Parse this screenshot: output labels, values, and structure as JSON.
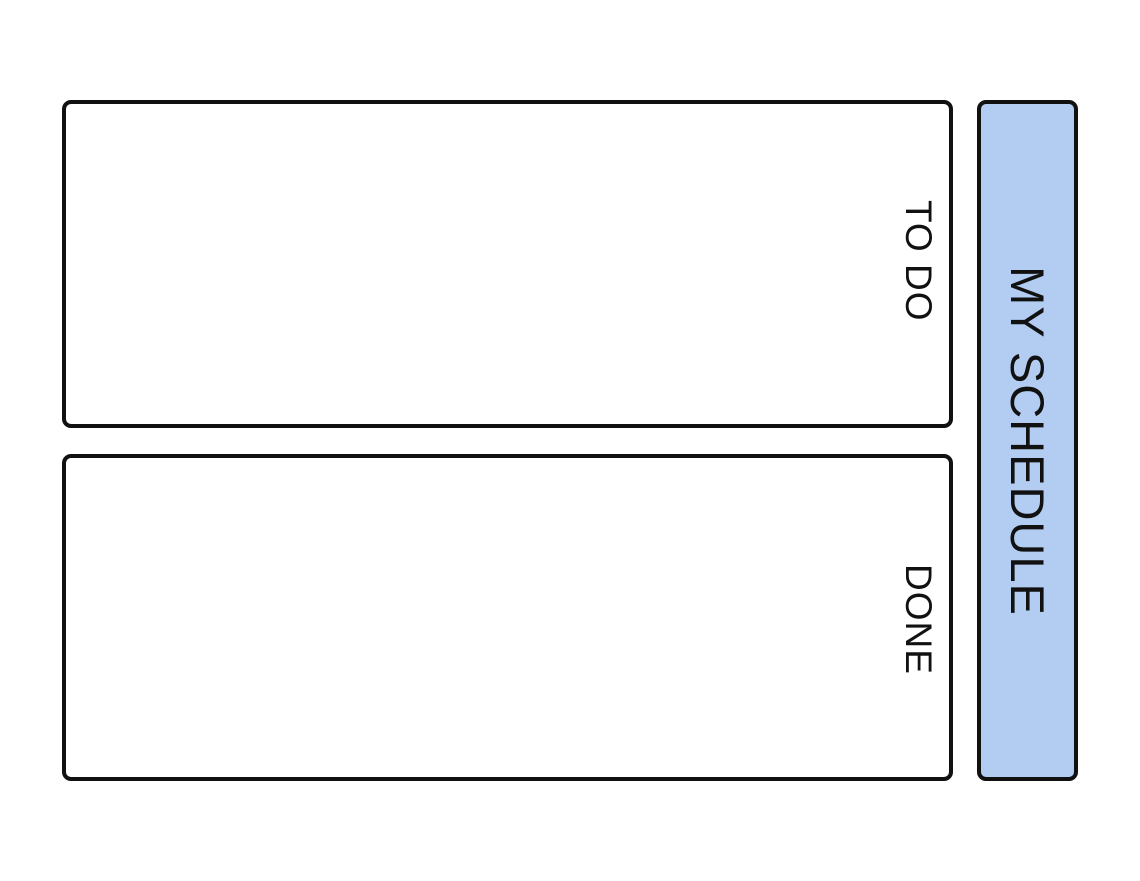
{
  "sections": {
    "todo": {
      "label": "TO DO"
    },
    "done": {
      "label": "DONE"
    }
  },
  "title": {
    "label": "MY SCHEDULE"
  },
  "colors": {
    "banner_fill": "#b3cdf2",
    "border": "#111111",
    "background": "#ffffff"
  }
}
